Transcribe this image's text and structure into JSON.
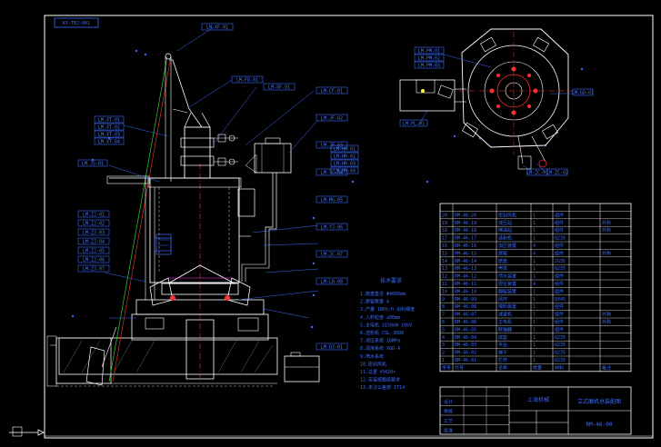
{
  "drawing": {
    "corner_tag": "KY-TBJ-001",
    "title_block": {
      "company": "上海机械",
      "drawing_title": "立式磨机总装配图",
      "drawing_no": "RM-46-00",
      "notes_title": "技术要求"
    },
    "labels": {
      "top_left_group": [
        "LM-XT-01",
        "LM-XT-02",
        "LM-XT-03",
        "LM-XT-04"
      ],
      "left_group": [
        "LM-ZJ-01",
        "LM-ZJ-02",
        "LM-ZJ-03",
        "LM-ZJ-04",
        "LM-ZJ-05",
        "LM-ZJ-06",
        "LM-ZJ-07"
      ],
      "left_low": "LM-JS-01",
      "pipe_top": "LM-FD-01",
      "pipe_top2": "LM-XF-01",
      "right_column": [
        "LM-CF-01",
        "LM-JF-02",
        "LM-JF-03",
        "LM-SL-04",
        "LM-MG-05",
        "LM-YJ-06",
        "LM-JC-07",
        "LM-LB-08"
      ],
      "right_cluster": [
        "LM-HR-01",
        "LM-HR-02",
        "LM-HR-03",
        "LM-HR-04"
      ],
      "plan_labels": [
        "LM-PM-01",
        "LM-PM-02",
        "LM-PM-03"
      ],
      "plan_right": "LM-GD-01",
      "plan_bottom": [
        "LM-ZC-01",
        "LM-ZC-02"
      ],
      "motor_label": "LM-DJ-01",
      "left_plan": "LM-PL-01"
    },
    "notes_rows": [
      "1.磨盘直径 Φ4600mm",
      "2.磨辊数量 4",
      "3.产量 180t/h 出料细度",
      "4.入料粒度 ≤80mm",
      "5.主电机 3150kW 10kV",
      "6.选粉机 CSL-3600",
      "7.液压系统 16MPa",
      "8.润滑系统 XGD-A",
      "9.喷水系统",
      "10.密封风机",
      "11.总重 约420t",
      "12.安装按图纸要求",
      "13.未注公差按 IT14"
    ],
    "parts": [
      {
        "no": "20",
        "code": "RM-46-20",
        "name": "密封风机",
        "qty": "1",
        "mat": "组件",
        "note": ""
      },
      {
        "no": "19",
        "code": "RM-46-19",
        "name": "液压站",
        "qty": "1",
        "mat": "组件",
        "note": "外购"
      },
      {
        "no": "18",
        "code": "RM-46-18",
        "name": "稀油站",
        "qty": "1",
        "mat": "组件",
        "note": "外购"
      },
      {
        "no": "17",
        "code": "RM-46-17",
        "name": "选粉机",
        "qty": "1",
        "mat": "Q235",
        "note": ""
      },
      {
        "no": "16",
        "code": "RM-46-16",
        "name": "加压装置",
        "qty": "4",
        "mat": "组件",
        "note": ""
      },
      {
        "no": "15",
        "code": "RM-46-15",
        "name": "磨辊",
        "qty": "4",
        "mat": "组件",
        "note": "外购"
      },
      {
        "no": "14",
        "code": "RM-46-14",
        "name": "磨盘",
        "qty": "1",
        "mat": "ZG35",
        "note": ""
      },
      {
        "no": "13",
        "code": "RM-46-13",
        "name": "壳体",
        "qty": "1",
        "mat": "Q235",
        "note": ""
      },
      {
        "no": "12",
        "code": "RM-46-12",
        "name": "喷水装置",
        "qty": "1",
        "mat": "组件",
        "note": ""
      },
      {
        "no": "11",
        "code": "RM-46-11",
        "name": "限位装置",
        "qty": "4",
        "mat": "组件",
        "note": ""
      },
      {
        "no": "10",
        "code": "RM-46-10",
        "name": "翻辊装置",
        "qty": "1",
        "mat": "组件",
        "note": ""
      },
      {
        "no": "9",
        "code": "RM-46-09",
        "name": "风环",
        "qty": "1",
        "mat": "Q345",
        "note": ""
      },
      {
        "no": "8",
        "code": "RM-46-08",
        "name": "喂料装置",
        "qty": "1",
        "mat": "组件",
        "note": ""
      },
      {
        "no": "7",
        "code": "RM-46-07",
        "name": "减速机",
        "qty": "1",
        "mat": "组件",
        "note": "外购"
      },
      {
        "no": "6",
        "code": "RM-46-06",
        "name": "主电机",
        "qty": "1",
        "mat": "组件",
        "note": "外购"
      },
      {
        "no": "5",
        "code": "RM-46-05",
        "name": "联轴器",
        "qty": "1",
        "mat": "组件",
        "note": ""
      },
      {
        "no": "4",
        "code": "RM-46-04",
        "name": "底座",
        "qty": "1",
        "mat": "Q235",
        "note": ""
      },
      {
        "no": "3",
        "code": "RM-46-03",
        "name": "平台",
        "qty": "1",
        "mat": "Q235",
        "note": ""
      },
      {
        "no": "2",
        "code": "RM-46-02",
        "name": "梯子",
        "qty": "1",
        "mat": "Q235",
        "note": ""
      },
      {
        "no": "1",
        "code": "RM-46-01",
        "name": "栏杆",
        "qty": "1",
        "mat": "Q235",
        "note": ""
      }
    ],
    "parts_header": {
      "no": "序号",
      "code": "代号",
      "name": "名称",
      "qty": "数量",
      "mat": "材料",
      "note": "备注"
    },
    "sign_rows": [
      "设计",
      "审核",
      "工艺",
      "批准"
    ],
    "colors": {
      "frame": "#ffffff",
      "label": "#3a6cff",
      "label_bg": "#4a7bff",
      "machine": "#ffffff",
      "red": "#ff3030",
      "green": "#30d030",
      "magenta": "#ff40ff",
      "yellow": "#ffff40",
      "cyan": "#40e0e0"
    }
  }
}
